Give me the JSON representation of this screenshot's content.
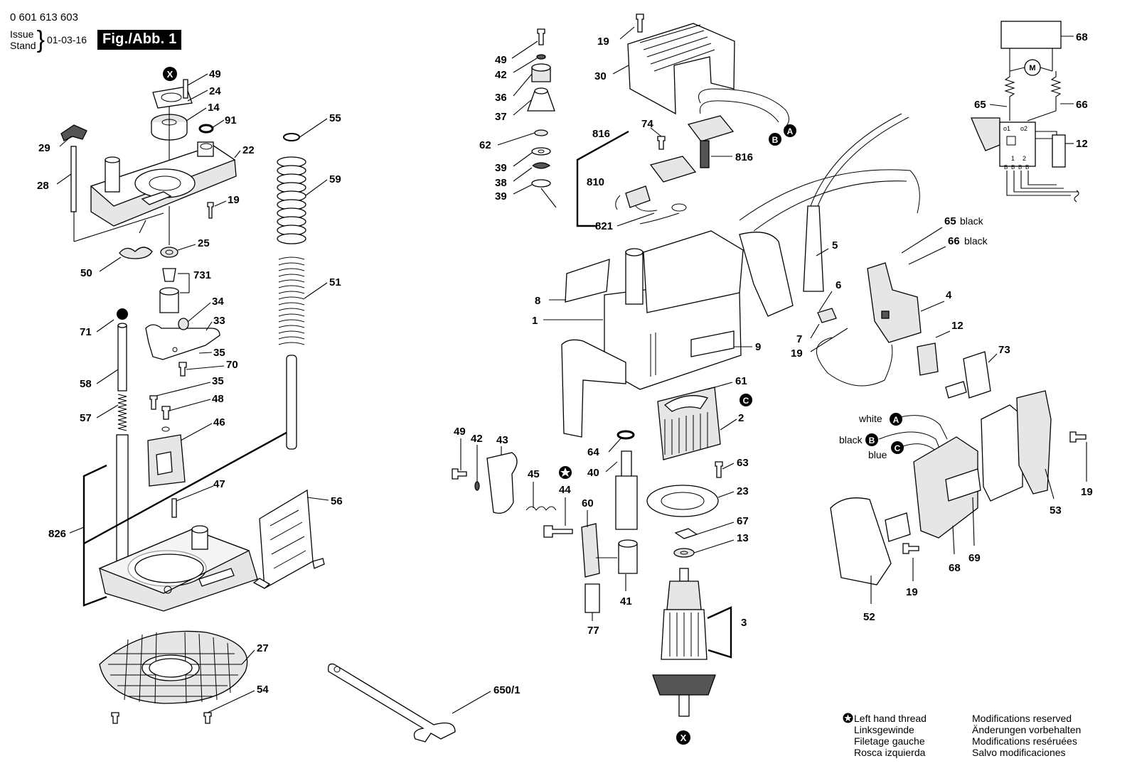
{
  "header": {
    "doc_number": "0 601 613 603",
    "issue_label_1": "Issue",
    "issue_label_2": "Stand",
    "issue_date": "01-03-16",
    "figure_badge": "Fig./Abb. 1"
  },
  "callouts": {
    "c49a": "49",
    "c24": "24",
    "c14": "14",
    "c91": "91",
    "c29": "29",
    "c22": "22",
    "c28": "28",
    "c19a": "19",
    "c25": "25",
    "c50": "50",
    "c731": "731",
    "c34": "34",
    "c33": "33",
    "c71": "71",
    "c35a": "35",
    "c70": "70",
    "c35b": "35",
    "c58": "58",
    "c48": "48",
    "c57": "57",
    "c46": "46",
    "c47": "47",
    "c826": "826",
    "c56": "56",
    "c27": "27",
    "c54": "54",
    "c55": "55",
    "c59": "59",
    "c51": "51",
    "c650": "650/1",
    "c49b": "49",
    "c42a": "42",
    "c36": "36",
    "c37": "37",
    "c62": "62",
    "c39a": "39",
    "c38": "38",
    "c39b": "39",
    "c19b": "19",
    "c30": "30",
    "c816a": "816",
    "c74": "74",
    "c810": "810",
    "c816b": "816",
    "c821": "821",
    "c8": "8",
    "c1": "1",
    "c5": "5",
    "c6": "6",
    "c7": "7",
    "c19c": "19",
    "c9": "9",
    "c61": "61",
    "c2": "2",
    "c64": "64",
    "c40": "40",
    "c63": "63",
    "c23": "23",
    "c67": "67",
    "c13": "13",
    "c3": "3",
    "c49c": "49",
    "c42b": "42",
    "c43": "43",
    "c45": "45",
    "c44": "44",
    "c60": "60",
    "c41": "41",
    "c77": "77",
    "c68a": "68",
    "c65": "65",
    "c66": "66",
    "c12a": "12",
    "c65b": "65",
    "c66b": "66",
    "c4": "4",
    "c12b": "12",
    "c73": "73",
    "c19d": "19",
    "c53": "53",
    "c68b": "68",
    "c69": "69",
    "c19e": "19",
    "c52": "52"
  },
  "wire_colors": {
    "black": "black",
    "white": "white",
    "blue": "blue"
  },
  "markers": {
    "x": "X",
    "a": "A",
    "b": "B",
    "c": "C",
    "motor": "M"
  },
  "schematic_terminals": {
    "t_o1": "o1",
    "t_o2": "o2",
    "t_1": "1",
    "t_2": "2",
    "t_b1": "B",
    "t_b2": "B",
    "t_b3": "B",
    "t_b4": "B"
  },
  "legend": {
    "lines": [
      "Left hand thread",
      "Linksgewinde",
      "Filetage gauche",
      "Rosca izquierda"
    ]
  },
  "modifications": {
    "lines": [
      "Modifications reserved",
      "Änderungen vorbehalten",
      "Modifications reséruées",
      "Salvo modificaciones"
    ]
  },
  "icons": [
    "star-icon",
    "x-marker-icon",
    "a-marker-icon",
    "b-marker-icon",
    "c-marker-icon",
    "motor-icon"
  ]
}
